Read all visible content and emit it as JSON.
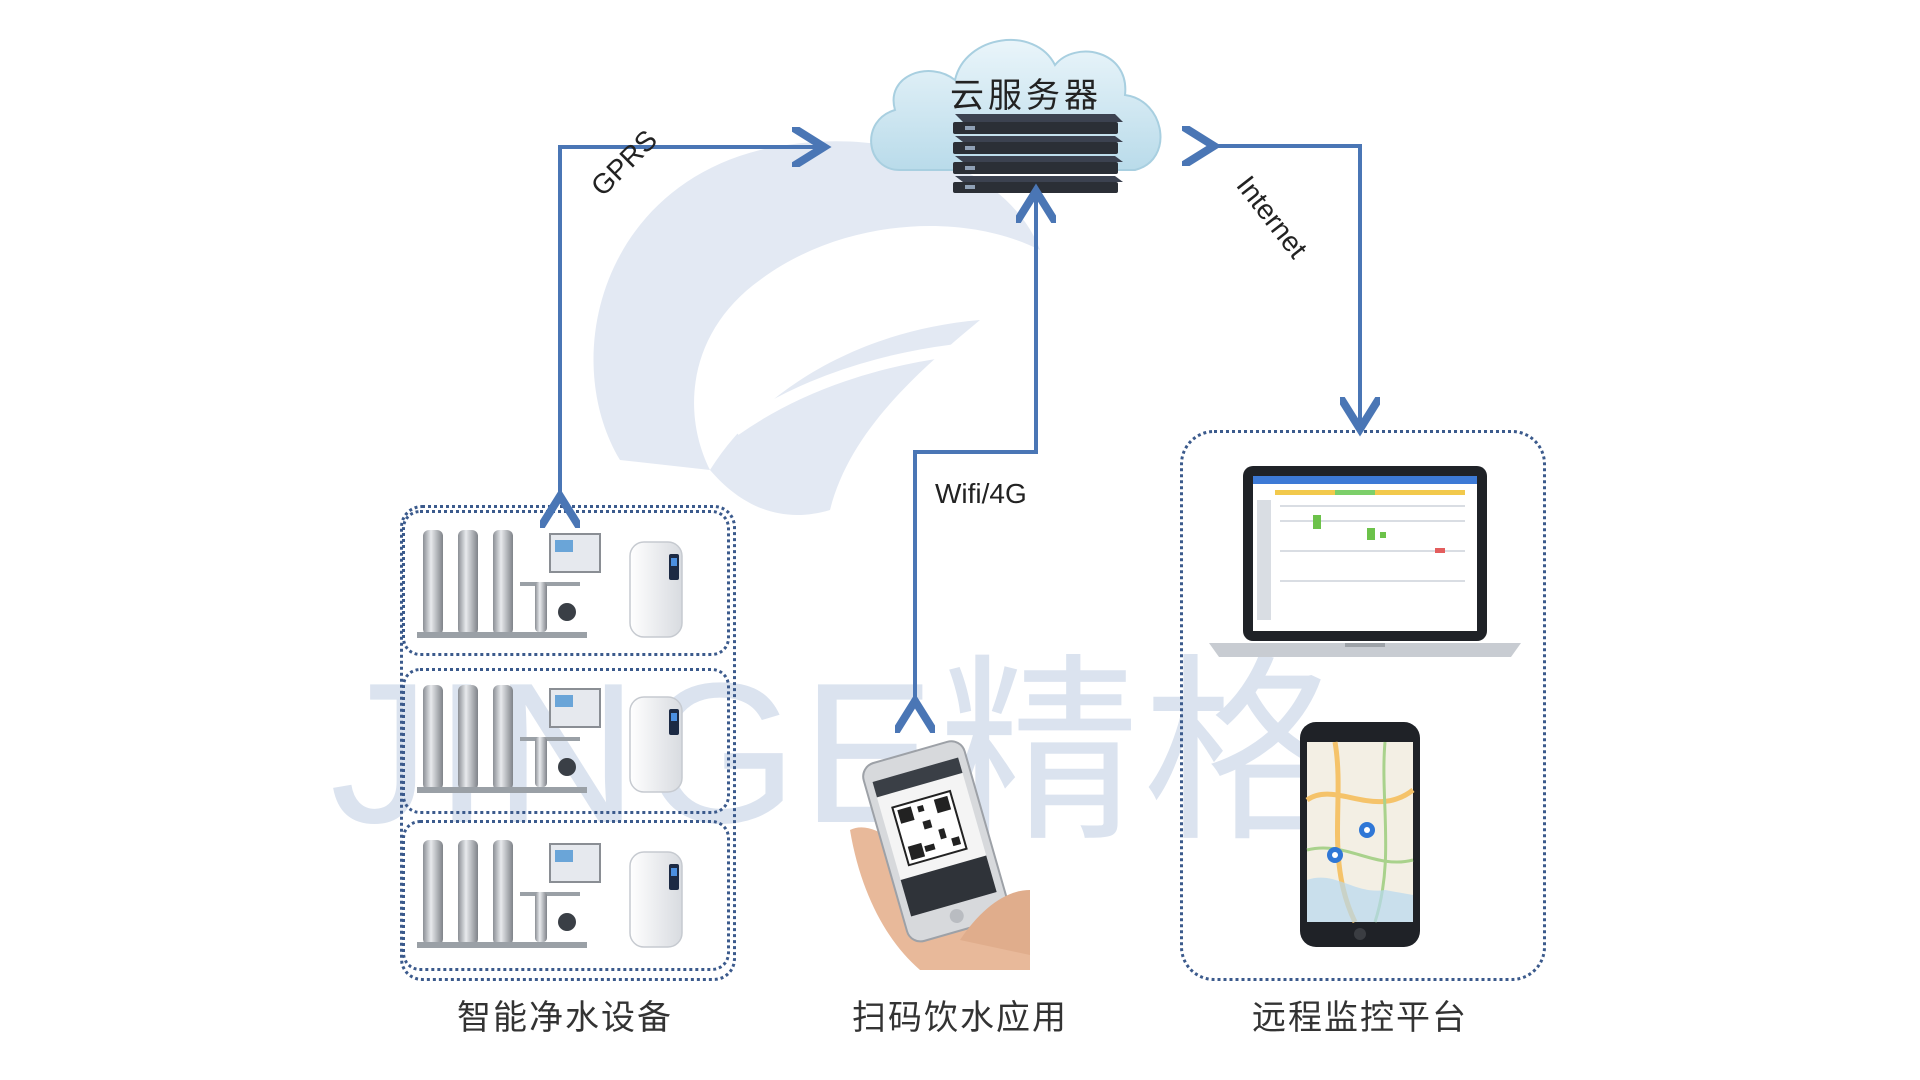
{
  "watermark": {
    "text": "JINGE精格",
    "color": "#dbe3ef"
  },
  "cloud": {
    "label": "云服务器"
  },
  "links": {
    "gprs": "GPRS",
    "internet": "Internet",
    "wifi": "Wifi/4G"
  },
  "groups": [
    {
      "id": "devices",
      "caption": "智能净水设备"
    },
    {
      "id": "app",
      "caption": "扫码饮水应用"
    },
    {
      "id": "platform",
      "caption": "远程监控平台"
    }
  ],
  "colors": {
    "arrow": "#4a76b5",
    "cloud": "#c9e4ef",
    "dotted_border": "#3b5a8c"
  },
  "icons": [
    "cloud-icon",
    "server-rack-icon",
    "water-purifier-icon",
    "water-dispenser-icon",
    "phone-qr-icon",
    "laptop-icon",
    "smartphone-map-icon"
  ]
}
